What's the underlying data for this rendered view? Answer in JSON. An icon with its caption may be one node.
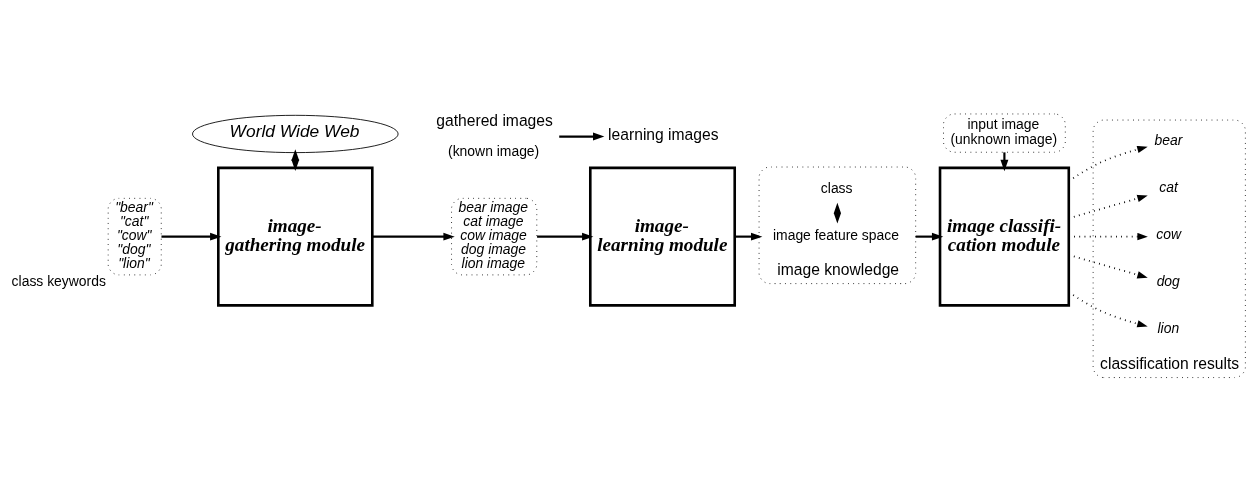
{
  "diagram": {
    "nodes": [
      {
        "text": [
          "World Wide Web"
        ]
      },
      {
        "text": [
          "\"bear\"",
          "\"cat\"",
          "\"cow\"",
          "\"dog\"",
          "\"lion\""
        ],
        "beside": [
          "class keywords"
        ]
      },
      {
        "text": [
          "image- gathering module"
        ]
      },
      {
        "text": [
          "bear image",
          "cat image",
          "cow image",
          "dog image",
          "lion image"
        ]
      },
      {
        "text": [
          "image- learning module"
        ]
      },
      {
        "text": [],
        "shape": "box",
        "beside": [
          "image knowledge"
        ]
      },
      {
        "text": [
          "image feature space"
        ],
        "in": 5
      },
      {
        "text": [
          "class"
        ],
        "in": 5
      },
      {
        "text": [
          "input image",
          "(unknown image)"
        ]
      },
      {
        "text": [
          "image classifi- cation module"
        ]
      },
      {
        "text": [],
        "shape": "box",
        "beside": [
          "classification results"
        ]
      },
      {
        "text": [
          "bear"
        ],
        "in": 10
      },
      {
        "text": [
          "cat"
        ],
        "in": 10
      },
      {
        "text": [
          "cow"
        ],
        "in": 10
      },
      {
        "text": [
          "dog"
        ],
        "in": 10
      },
      {
        "text": [
          "lion"
        ],
        "in": 10
      },
      {
        "text": [
          "gathered images"
        ],
        "beside": [
          "(known image)"
        ]
      },
      {
        "text": [
          "learning images"
        ]
      }
    ],
    "edges": [
      {
        "from": 1,
        "to": 2,
        "arrow": "to"
      },
      {
        "from": 0,
        "to": 2,
        "arrow": "both"
      },
      {
        "from": 2,
        "to": 3,
        "arrow": "to"
      },
      {
        "from": 3,
        "to": 4,
        "arrow": "to"
      },
      {
        "from": 4,
        "to": 5,
        "arrow": "to"
      },
      {
        "from": 6,
        "to": 7,
        "arrow": "both",
        "style": "dashed"
      },
      {
        "from": 5,
        "to": 9,
        "arrow": "to"
      },
      {
        "from": 8,
        "to": 9,
        "arrow": "to"
      },
      {
        "from": 9,
        "to": 11,
        "arrow": "to",
        "style": "dashed"
      },
      {
        "from": 9,
        "to": 12,
        "arrow": "to",
        "style": "dashed"
      },
      {
        "from": 9,
        "to": 13,
        "arrow": "to",
        "style": "dashed"
      },
      {
        "from": 9,
        "to": 14,
        "arrow": "to",
        "style": "dashed"
      },
      {
        "from": 9,
        "to": 15,
        "arrow": "to",
        "style": "dashed"
      },
      {
        "from": 16,
        "to": 17,
        "arrow": "to"
      }
    ]
  }
}
